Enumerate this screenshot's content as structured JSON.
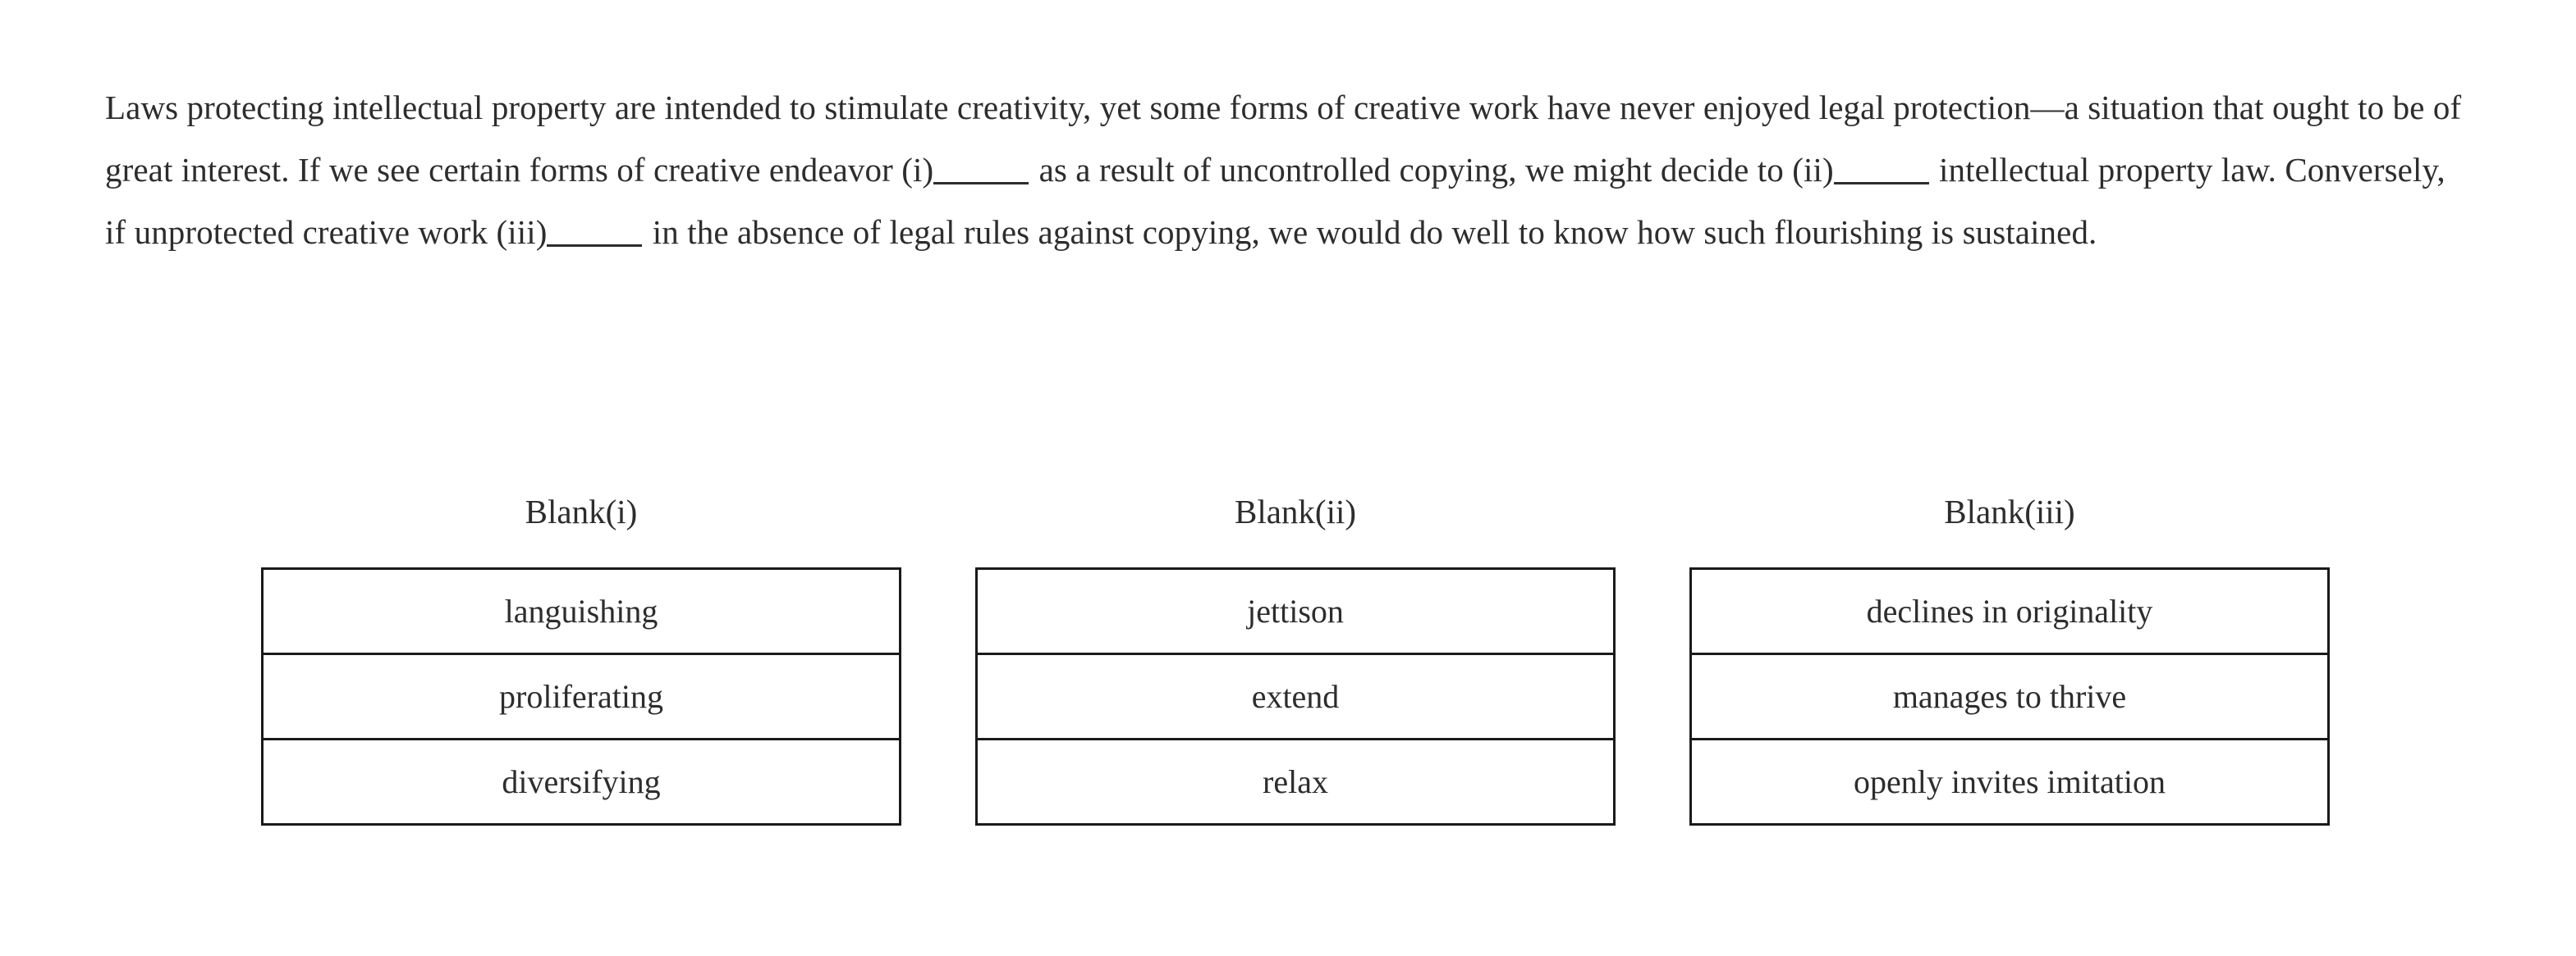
{
  "passage": {
    "segments": [
      {
        "type": "text",
        "value": "Laws protecting intellectual property are intended to stimulate creativity, yet some forms of creative work have never enjoyed legal protection—a situation that ought to be of great interest. If we see certain forms of creative endeavor (i)"
      },
      {
        "type": "blank",
        "value": "_____"
      },
      {
        "type": "text",
        "value": " as a result of uncontrolled copying, we might decide to (ii)"
      },
      {
        "type": "blank",
        "value": "_____"
      },
      {
        "type": "text",
        "value": " intellectual property law. Conversely, if unprotected creative work (iii)"
      },
      {
        "type": "blank",
        "value": "_____"
      },
      {
        "type": "text",
        "value": " in the absence of legal rules against copying, we would do well to know how such flourishing is sustained."
      }
    ],
    "part_1": "Laws protecting intellectual property are intended to stimulate creativity, yet some forms of creative work have never enjoyed legal protection—a situation that ought to be of great interest. If we see certain forms of creative endeavor (i)",
    "part_2": " as a result of uncontrolled copying, we might decide to (ii)",
    "part_3": " intellectual property law. Conversely, if unprotected creative work (iii)",
    "part_4": " in the absence of legal rules against copying, we would do well to know how such flourishing is sustained."
  },
  "columns": [
    {
      "heading": "Blank(i)",
      "options": [
        {
          "label": "languishing"
        },
        {
          "label": "proliferating"
        },
        {
          "label": "diversifying"
        }
      ]
    },
    {
      "heading": "Blank(ii)",
      "options": [
        {
          "label": "jettison"
        },
        {
          "label": "extend"
        },
        {
          "label": "relax"
        }
      ]
    },
    {
      "heading": "Blank(iii)",
      "options": [
        {
          "label": "declines in originality"
        },
        {
          "label": "manages to thrive"
        },
        {
          "label": "openly invites imitation"
        }
      ]
    }
  ],
  "colors": {
    "text": "#2d2d2d",
    "border": "#1a1a1a",
    "background": "#ffffff"
  }
}
